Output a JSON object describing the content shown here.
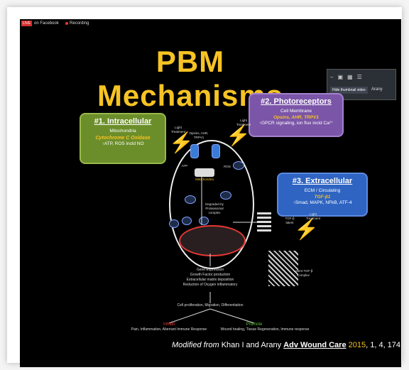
{
  "recording_bar": {
    "live_badge": "LIVE",
    "facebook_label": "on Facebook",
    "recording_label": "Recording"
  },
  "slide": {
    "title": "PBM Mechanisms",
    "box1": {
      "heading": "#1. Intracellular",
      "line1": "Mitochondria",
      "line2": "Cytochrome C Oxidase",
      "line3": "↑ATP, ROS incld NO"
    },
    "box2": {
      "heading": "#2. Photoreceptors",
      "line1": "Cell Membrane",
      "line2": "Opsins, AHR, TRPV1",
      "line3": "↑GPCR signaling, ion flux incld Ca²⁺"
    },
    "box3": {
      "heading": "#3. Extracellular",
      "line1": "ECM / Circulating",
      "line2": "TGF-β1",
      "line3": "↑Smad, MAPK, NFkB, ATF-4"
    },
    "diagram": {
      "light1": "Light\nTreatment",
      "light2": "Light\nTreatment",
      "light3": "Light\nTreatment",
      "opsins": "Opsins, AHR,\nTRPV1",
      "mito": "Mitochondria",
      "ros": "ROS",
      "atp": "ATP",
      "degraded": "Degraded by\nProteasomal\ncomplex",
      "tgf": "TGF-β\nlatent",
      "latent": "Latent TGF-β\nComplex",
      "output_lines": "Gene Expression\nGrowth Factor production\nExtracellular matrix deposition\nReduction of Oxygen inflammatory",
      "cell_outcomes": "Cell proliferation, Migration, Differentiation",
      "inhibit_label": "Inhibit",
      "inhibit_text": "Pain, Inflammation, Aberrant Immune Response",
      "promote_label": "Promote",
      "promote_text": "Wound healing, Tissue Regeneration, Immune response"
    },
    "citation": {
      "modified": "Modified from",
      "authors": " Khan I and Arany ",
      "journal": "Adv Wound Care",
      "year": " 2015",
      "rest": ", 1, 4, 174"
    }
  },
  "zoom_toolbar": {
    "hide_button": "Hide thumbnail video",
    "name": "Arany"
  },
  "colors": {
    "title": "#f6c324",
    "box1": "#6b8e2a",
    "box2": "#7b55a8",
    "box3": "#2f64c2"
  }
}
